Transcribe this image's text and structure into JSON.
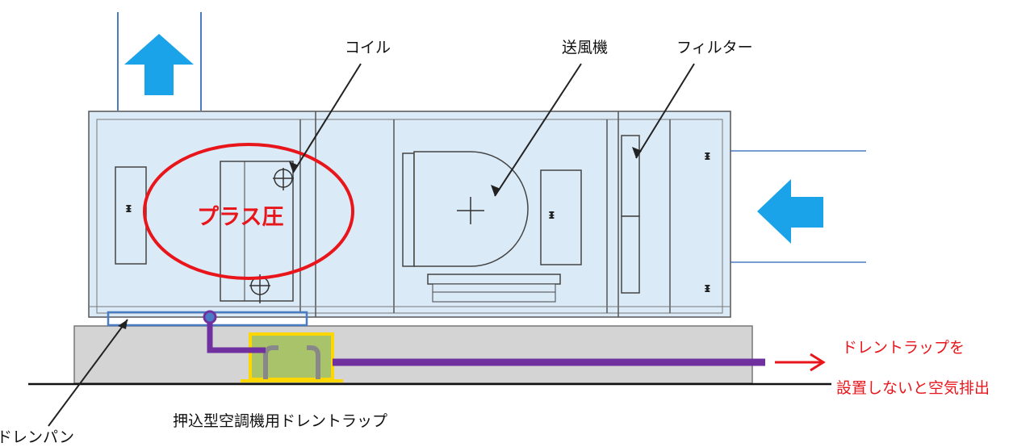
{
  "labels": {
    "coil": "コイル",
    "blower": "送風機",
    "filter": "フィルター",
    "pressure": "プラス圧",
    "drain_trap": "ドレントラップを",
    "air_discharge": "設置しないと空気排出",
    "push_type_trap": "押込型空調機用ドレントラップ",
    "drain_pan": "ドレンパン"
  },
  "colors": {
    "unit_fill": "#dbeaf7",
    "unit_stroke": "#555555",
    "arrow_blue": "#1aa3e8",
    "duct_line": "#4a7cc4",
    "base_fill": "#d4d4d4",
    "pipe_purple": "#7030a0",
    "trap_yellow": "#ffd700",
    "trap_green": "#a9c36a",
    "accent_red": "#e8161b",
    "drain_pan_blue": "#4a7cc4"
  },
  "icons": [
    "up-arrow-icon",
    "left-arrow-icon",
    "red-right-arrow-icon"
  ]
}
